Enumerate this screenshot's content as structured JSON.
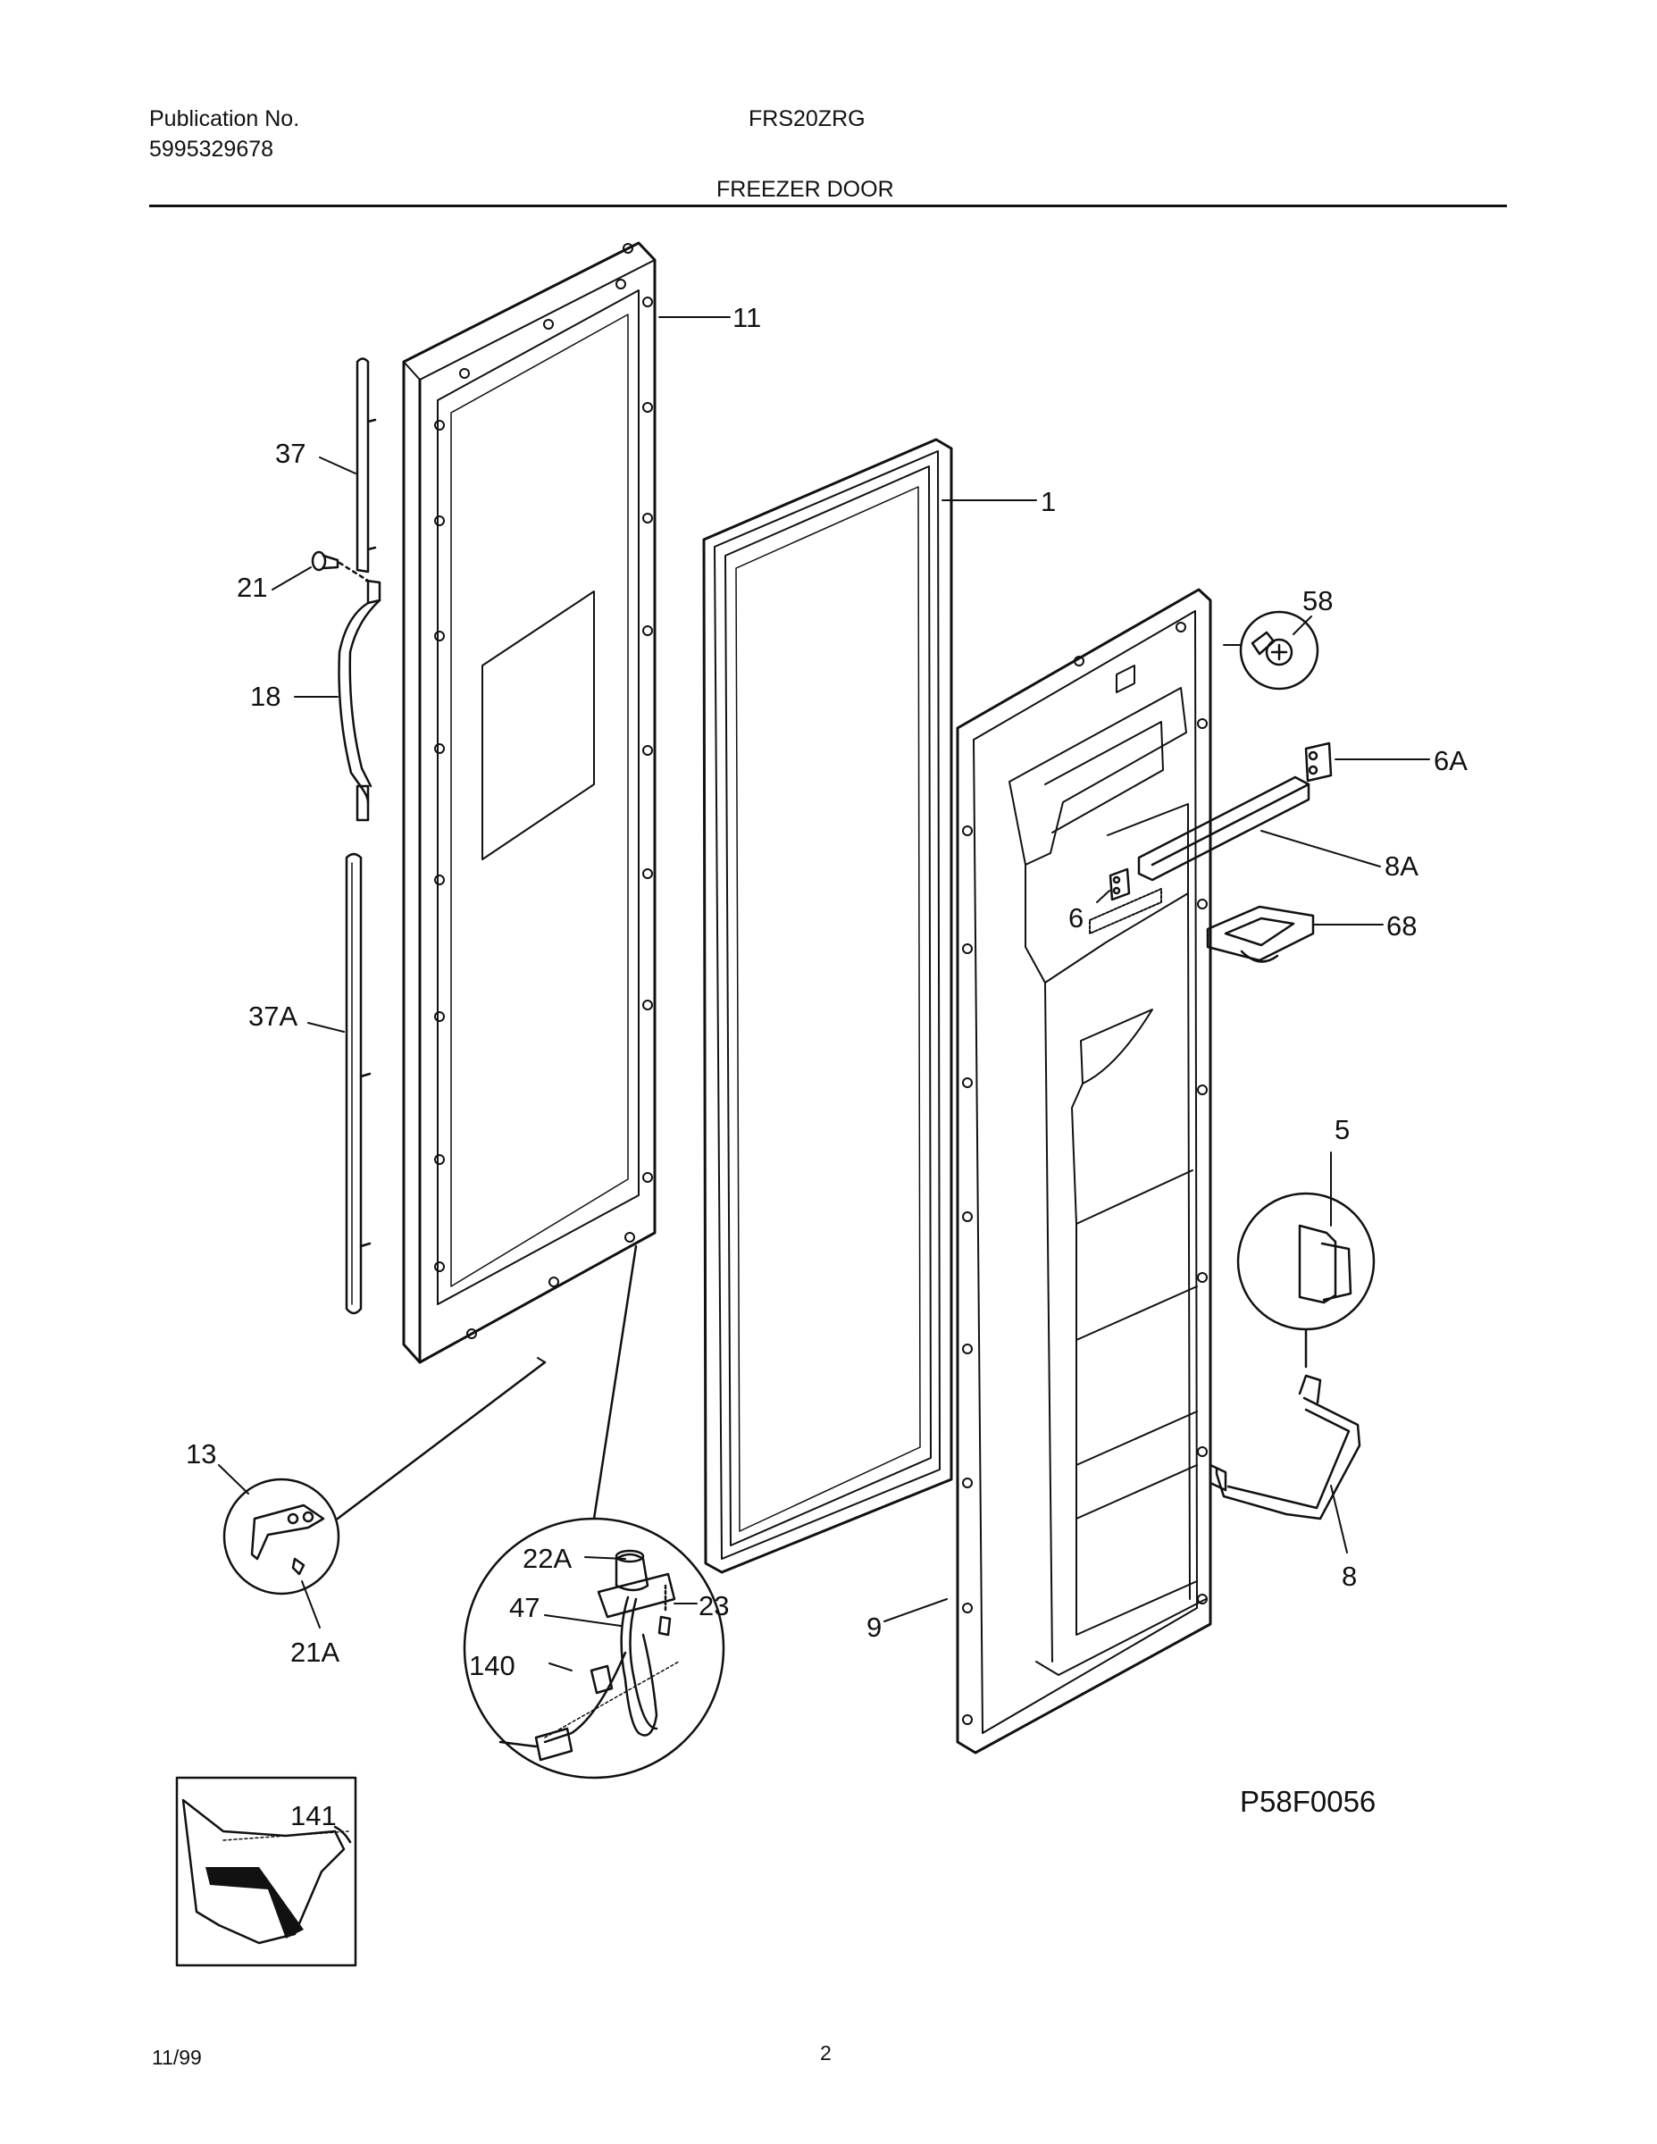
{
  "header": {
    "publication_label": "Publication No.",
    "publication_number": "5995329678",
    "model": "FRS20ZRG",
    "section_title": "FREEZER DOOR"
  },
  "callouts": {
    "c11": "11",
    "c37": "37",
    "c21": "21",
    "c18": "18",
    "c37A": "37A",
    "c1": "1",
    "c58": "58",
    "c6A": "6A",
    "c8A": "8A",
    "c6": "6",
    "c68": "68",
    "c5": "5",
    "c8": "8",
    "c13": "13",
    "c21A": "21A",
    "c22A": "22A",
    "c47": "47",
    "c23": "23",
    "c140": "140",
    "c9": "9",
    "c141": "141"
  },
  "figure_code": "P58F0056",
  "footer": {
    "date": "11/99",
    "page_number": "2"
  }
}
